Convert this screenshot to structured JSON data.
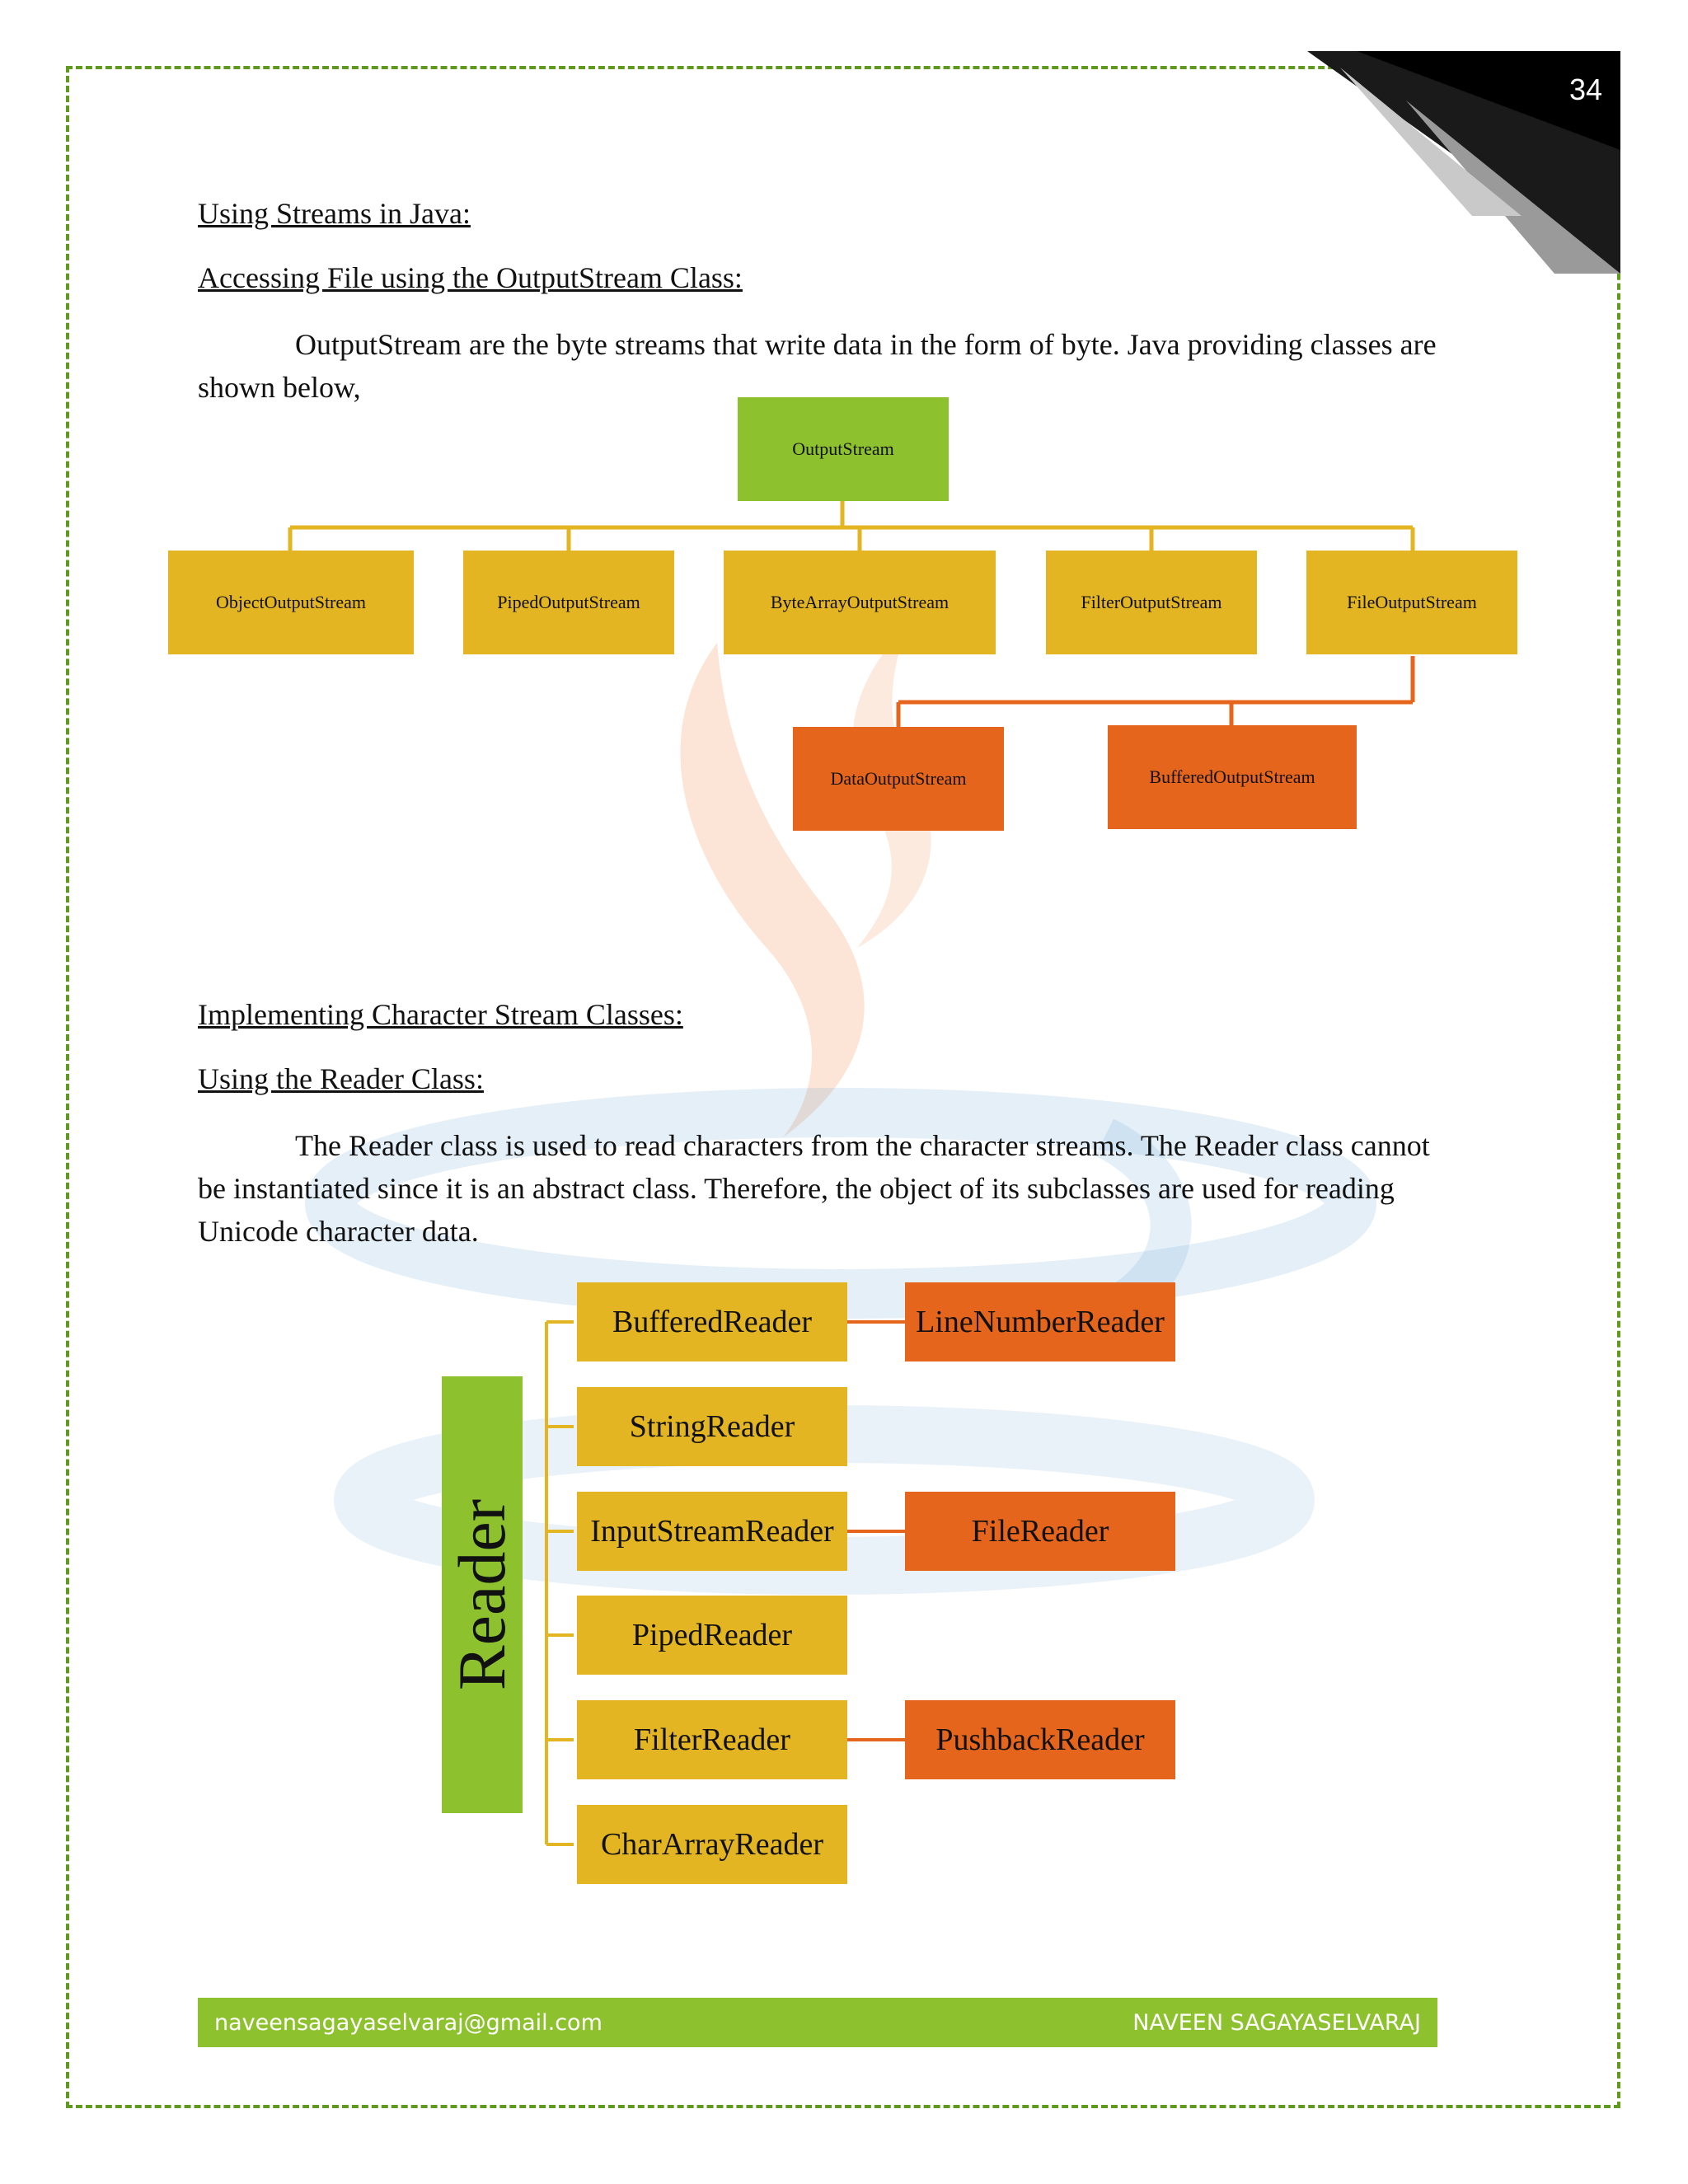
{
  "page_number": "34",
  "headings": {
    "using_streams": "Using Streams in Java:",
    "accessing_file": "Accessing File using the OutputStream Class:",
    "implementing_char": "Implementing Character Stream Classes:",
    "using_reader": "Using the Reader Class:"
  },
  "paragraphs": {
    "output_intro": "OutputStream are the byte streams that write data in the form of byte. Java providing classes are shown below,",
    "reader_intro": "The Reader class is used to read characters from the character streams. The Reader class cannot be instantiated since it is an abstract class. Therefore, the object of its subclasses are used for reading Unicode character data."
  },
  "output_diagram": {
    "root": "OutputStream",
    "children": [
      "ObjectOutputStream",
      "PipedOutputStream",
      "ByteArrayOutputStream",
      "FilterOutputStream",
      "FileOutputStream"
    ],
    "grandchildren": [
      "DataOutputStream",
      "BufferedOutputStream"
    ]
  },
  "reader_diagram": {
    "root": "Reader",
    "children": [
      "BufferedReader",
      "StringReader",
      "InputStreamReader",
      "PipedReader",
      "FilterReader",
      "CharArrayReader"
    ],
    "subclasses": [
      "LineNumberReader",
      "FileReader",
      "PushbackReader"
    ]
  },
  "footer": {
    "email": "naveensagayaselvaraj@gmail.com",
    "author": "NAVEEN SAGAYASELVARAJ"
  },
  "colors": {
    "green": "#8dc22e",
    "yellow": "#e3b522",
    "orange": "#e5651d"
  }
}
